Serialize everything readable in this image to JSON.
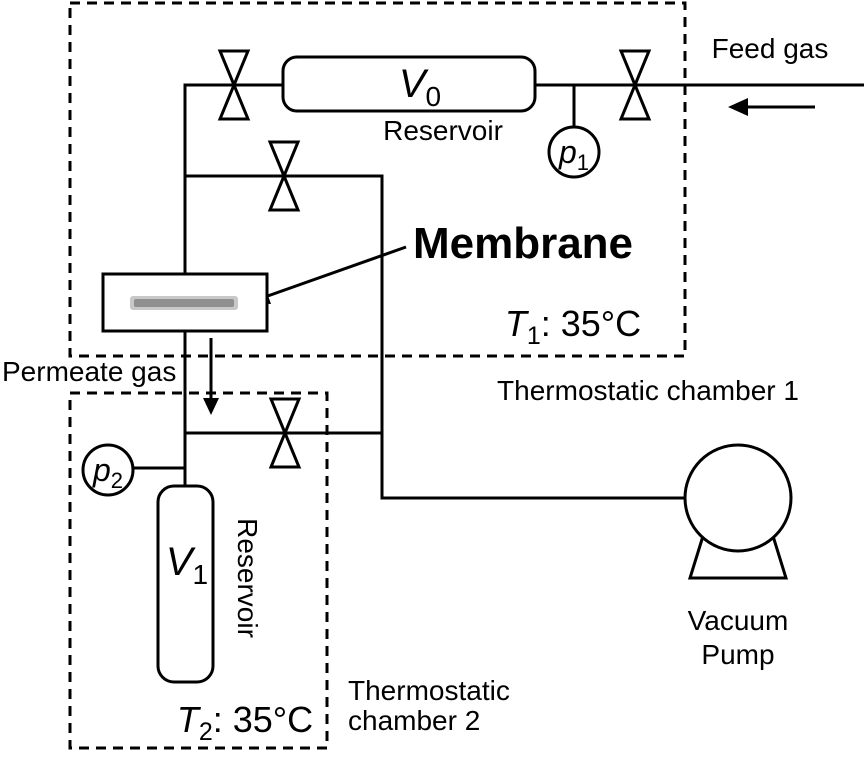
{
  "labels": {
    "feed_gas": "Feed gas",
    "permeate_gas": "Permeate gas",
    "membrane": "Membrane",
    "reservoir_feed": "Reservoir",
    "reservoir_permeate": "Reservoir",
    "thermostatic_chamber_1": "Thermostatic chamber 1",
    "thermostatic_chamber_2_line1": "Thermostatic",
    "thermostatic_chamber_2_line2": "chamber 2",
    "vacuum_pump_line1": "Vacuum",
    "vacuum_pump_line2": "Pump"
  },
  "symbols": {
    "feed_reservoir_volume": {
      "base": "V",
      "sub": "0"
    },
    "permeate_reservoir_volume": {
      "base": "V",
      "sub": "1"
    },
    "feed_pressure_gauge": {
      "base": "p",
      "sub": "1"
    },
    "permeate_pressure_gauge": {
      "base": "p",
      "sub": "2"
    },
    "chamber1_temperature": {
      "base": "T",
      "sub": "1",
      "value": ": 35°C"
    },
    "chamber2_temperature": {
      "base": "T",
      "sub": "2",
      "value": ": 35°C"
    }
  },
  "colors": {
    "line": "#000000",
    "background": "#ffffff",
    "membrane_fill": "#8f8f8f",
    "membrane_border": "#c8c8c8"
  }
}
